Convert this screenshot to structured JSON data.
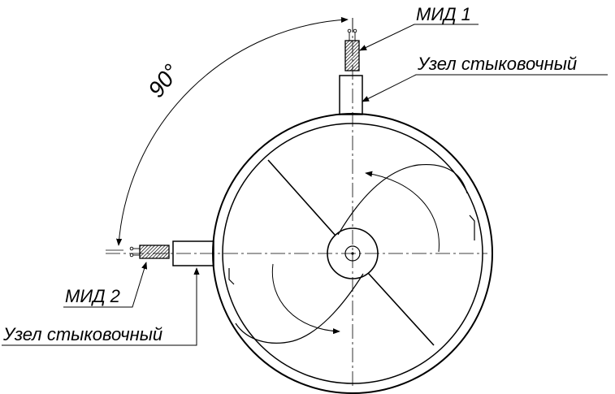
{
  "labels": {
    "mid1": "МИД 1",
    "mid2": "МИД 2",
    "docking_unit_top": "Узел стыковочный",
    "docking_unit_left": "Узел стыковочный",
    "angle": "90°"
  },
  "icons": {
    "sensor": "hatched-rectangle",
    "rotation": "curved-arrow"
  },
  "colors": {
    "line": "#000000",
    "background": "#ffffff"
  }
}
